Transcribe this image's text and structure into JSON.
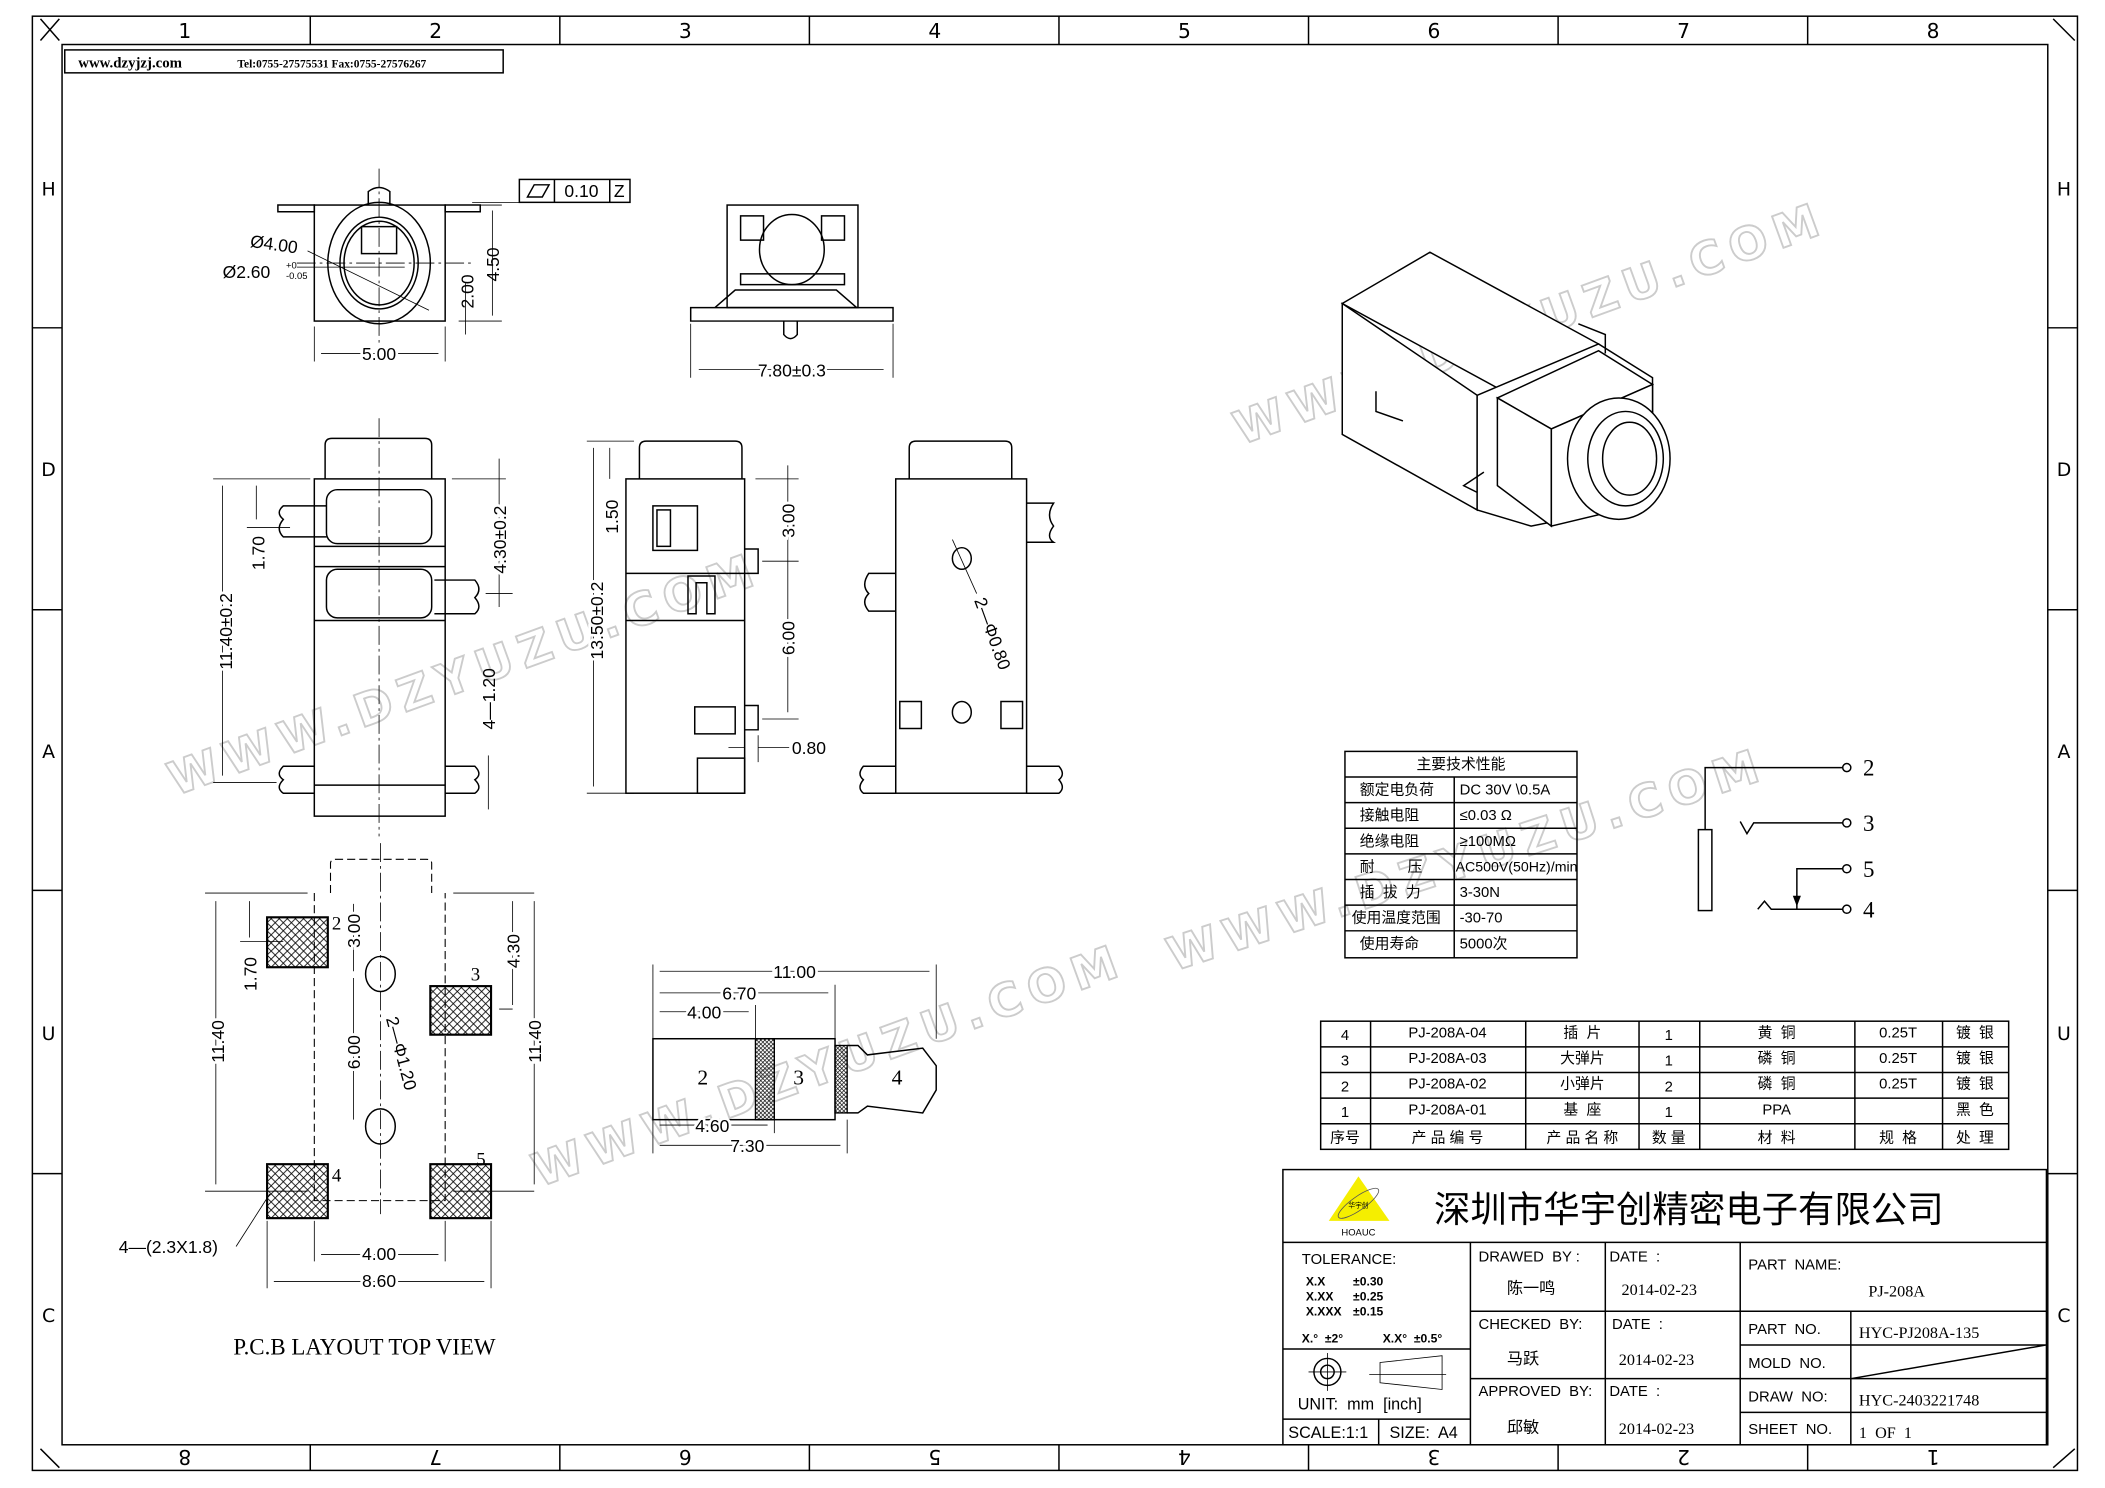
{
  "header": {
    "website": "www.dzyjzj.com",
    "contact": "Tel:0755-27575531  Fax:0755-27576267"
  },
  "ruler": {
    "columns_top": [
      "1",
      "2",
      "3",
      "4",
      "5",
      "6",
      "7",
      "8"
    ],
    "columns_bottom": [
      "8",
      "7",
      "6",
      "5",
      "4",
      "3",
      "2",
      "1"
    ],
    "rows": [
      "H",
      "D",
      "A",
      "U",
      "C"
    ]
  },
  "watermark": "WWW.DZYUZU.COM",
  "gdt": {
    "symbol": "flatness",
    "tolerance": "0.10",
    "datum": "Z"
  },
  "dimensions": {
    "front_dia_outer": "Ø4.00",
    "front_dia_inner": "Ø2.60",
    "front_dia_inner_tol_upper": "+0",
    "front_dia_inner_tol_lower": "-0.05",
    "front_width": "5.00",
    "front_height": "4.50",
    "front_center": "2.00",
    "side_width": "7.80±0.3",
    "left_total": "11.40±0.2",
    "left_pin": "1.70",
    "left_pin_spacing": "4.30±0.2",
    "left_tab": "4—1.20",
    "mid_total": "13.50±0.2",
    "mid_cap": "1.50",
    "mid_peg1": "3.00",
    "mid_peg2": "6.00",
    "mid_peg_w": "0.80",
    "right_holes": "2—Φ0.80",
    "pcb_total_left": "11.40",
    "pcb_pad2": "1.70",
    "pcb_hole1": "3.00",
    "pcb_hole_spacing": "6.00",
    "pcb_holes": "2—Φ1.20",
    "pcb_pad3": "4.30",
    "pcb_total_right": "11.40",
    "pcb_pad_spacing": "4.00",
    "pcb_width": "8.60",
    "pcb_pads": "4—(2.3X1.8)",
    "plug_total": "11.00",
    "plug_670": "6.70",
    "plug_400": "4.00",
    "plug_460": "4.60",
    "plug_730": "7.30"
  },
  "pcb_title": "P.C.B LAYOUT TOP VIEW",
  "pad_labels": [
    "2",
    "3",
    "4",
    "5"
  ],
  "plug_labels": [
    "2",
    "3",
    "4"
  ],
  "schematic_labels": [
    "2",
    "3",
    "5",
    "4"
  ],
  "spec_table": {
    "title": "主要技术性能",
    "rows": [
      {
        "name": "额定电负荷",
        "value": "DC 30V \\0.5A"
      },
      {
        "name": "接触电阻",
        "value": "≤0.03  Ω"
      },
      {
        "name": "绝缘电阻",
        "value": "≥100MΩ"
      },
      {
        "name": "耐        压",
        "value": "AC500V(50Hz)/min"
      },
      {
        "name": "插  拔  力",
        "value": "3-30N"
      },
      {
        "name": "使用温度范围",
        "value": "-30-70"
      },
      {
        "name": "使用寿命",
        "value": "5000次"
      }
    ]
  },
  "parts_table": {
    "rows": [
      [
        "4",
        "PJ-208A-04",
        "插  片",
        "1",
        "黄  铜",
        "0.25T",
        "镀  银"
      ],
      [
        "3",
        "PJ-208A-03",
        "大弹片",
        "1",
        "磷  铜",
        "0.25T",
        "镀  银"
      ],
      [
        "2",
        "PJ-208A-02",
        "小弹片",
        "2",
        "磷  铜",
        "0.25T",
        "镀  银"
      ],
      [
        "1",
        "PJ-208A-01",
        "基  座",
        "1",
        "PPA",
        "",
        "黑  色"
      ]
    ],
    "headers": [
      "序号",
      "产 品 编 号",
      "产 品 名 称",
      "数 量",
      "材  料",
      "规  格",
      "处  理"
    ]
  },
  "title_block": {
    "company": "深圳市华宇创精密电子有限公司",
    "logo_text": "HOAUC",
    "logo_cn": "华宇创",
    "tolerance_label": "TOLERANCE:",
    "tolerances": [
      [
        "X.X",
        "±0.30"
      ],
      [
        "X.XX",
        "±0.25"
      ],
      [
        "X.XXX",
        "±0.15"
      ]
    ],
    "angle_tol_1": "X.°  ±2°",
    "angle_tol_2": "X.X°  ±0.5°",
    "unit": "UNIT:  mm  [inch]",
    "scale": "SCALE:1:1",
    "size": "SIZE:  A4",
    "drawed_by_label": "DRAWED  BY :",
    "drawed_by": "陈一鸣",
    "checked_by_label": "CHECKED  BY:",
    "checked_by": "马跃",
    "approved_by_label": "APPROVED  BY:",
    "approved_by": "邱敏",
    "date_label": "DATE  :",
    "drawed_date": "2014-02-23",
    "checked_date": "2014-02-23",
    "approved_date": "2014-02-23",
    "part_name_label": "PART  NAME:",
    "part_name": "PJ-208A",
    "part_no_label": "PART  NO.",
    "part_no": "HYC-PJ208A-135",
    "mold_no_label": "MOLD  NO.",
    "draw_no_label": "DRAW  NO:",
    "draw_no": "HYC-2403221748",
    "sheet_no_label": "SHEET  NO.",
    "sheet_no": "1  OF  1"
  }
}
